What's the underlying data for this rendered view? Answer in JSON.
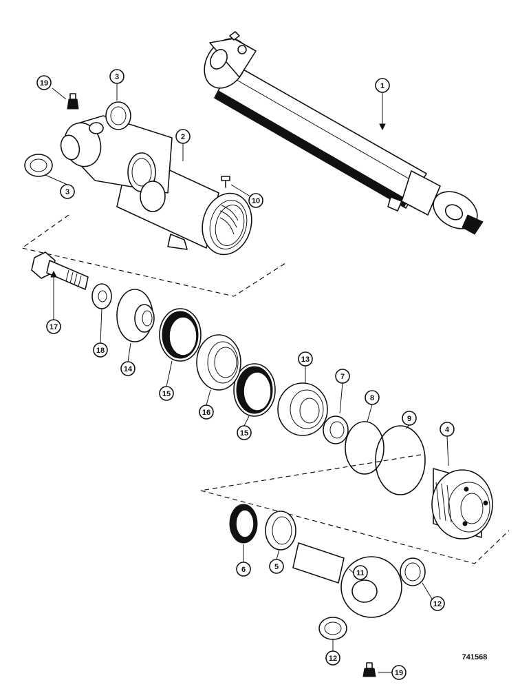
{
  "figure_id": "741568",
  "callouts": [
    {
      "id": "c1",
      "label": "1"
    },
    {
      "id": "c2",
      "label": "2"
    },
    {
      "id": "c3a",
      "label": "3"
    },
    {
      "id": "c3b",
      "label": "3"
    },
    {
      "id": "c4",
      "label": "4"
    },
    {
      "id": "c5",
      "label": "5"
    },
    {
      "id": "c6",
      "label": "6"
    },
    {
      "id": "c7",
      "label": "7"
    },
    {
      "id": "c8",
      "label": "8"
    },
    {
      "id": "c9",
      "label": "9"
    },
    {
      "id": "c10",
      "label": "10"
    },
    {
      "id": "c11",
      "label": "11"
    },
    {
      "id": "c12a",
      "label": "12"
    },
    {
      "id": "c12b",
      "label": "12"
    },
    {
      "id": "c13",
      "label": "13"
    },
    {
      "id": "c14",
      "label": "14"
    },
    {
      "id": "c15a",
      "label": "15"
    },
    {
      "id": "c15b",
      "label": "15"
    },
    {
      "id": "c16",
      "label": "16"
    },
    {
      "id": "c17",
      "label": "17"
    },
    {
      "id": "c18",
      "label": "18"
    },
    {
      "id": "c19a",
      "label": "19"
    },
    {
      "id": "c19b",
      "label": "19"
    }
  ]
}
